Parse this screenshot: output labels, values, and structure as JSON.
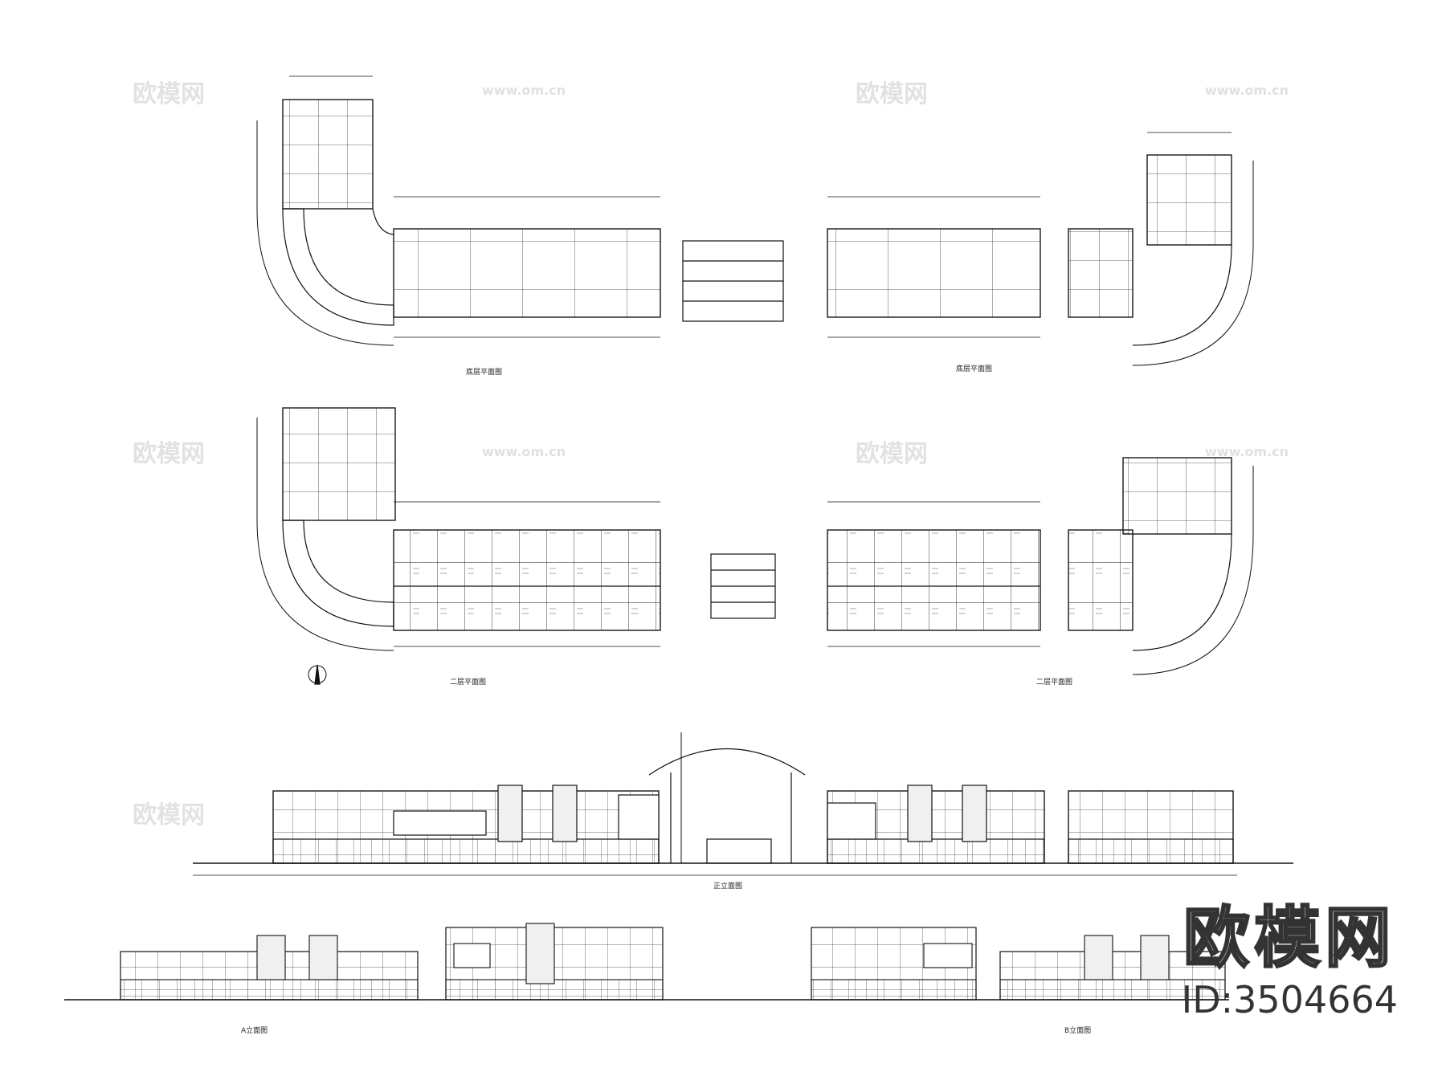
{
  "drawing": {
    "plans": [
      {
        "id": "plan-upper",
        "caption_left": "底层平面图",
        "caption_right": "底层平面图"
      },
      {
        "id": "plan-lower",
        "caption_left": "二层平面图",
        "caption_right": "二层平面图"
      }
    ],
    "elevations": {
      "main_caption": "正立面图",
      "sub_captions": [
        "A立面图",
        "B立面图"
      ]
    }
  },
  "watermark": {
    "brand": "欧模网",
    "id_text": "ID:3504664",
    "faint_brand": "欧模网",
    "faint_url": "www.om.cn"
  }
}
